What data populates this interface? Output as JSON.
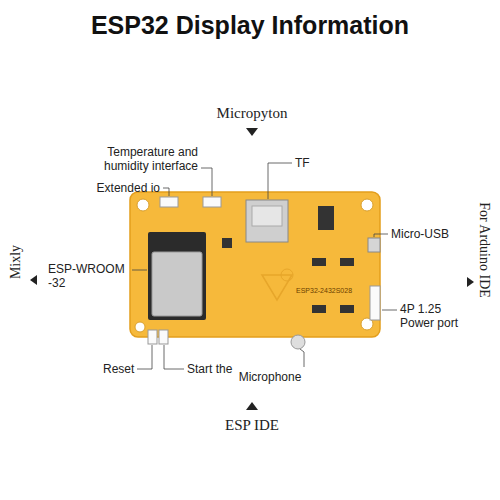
{
  "diagram": {
    "title": "ESP32 Display Information",
    "labels": [
      "Micropyton",
      "Temperature and humidity interface",
      "Extended io",
      "TF",
      "Micro-USB",
      "For Arduino IDE",
      "Mixly",
      "ESP-WROOM -32",
      "4P 1.25 Power port",
      "Reset",
      "Start the",
      "Microphone",
      "ESP IDE",
      "ESP32-2432S028"
    ]
  }
}
